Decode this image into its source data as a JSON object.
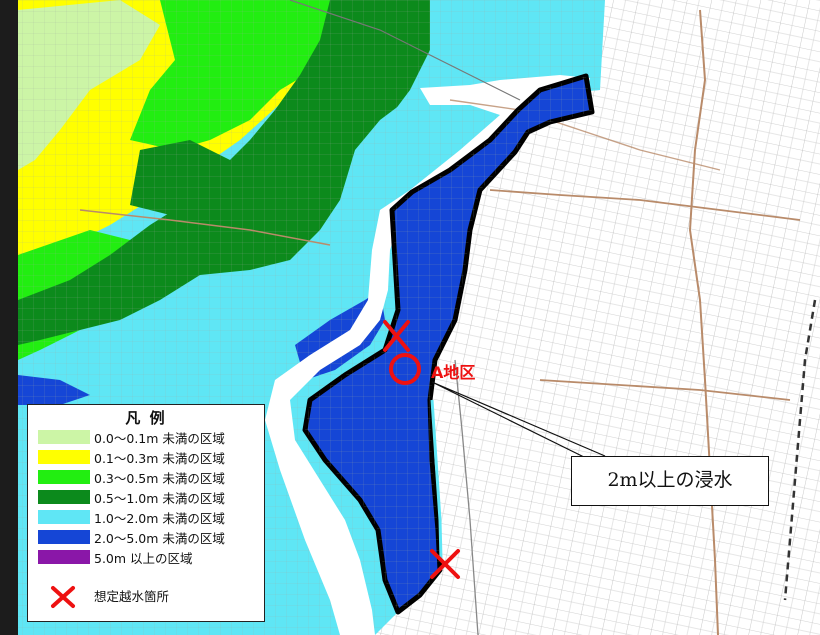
{
  "map": {
    "colors": {
      "background": "#ffffff",
      "road_gray": "#9a9a9a",
      "road_brown": "#b98b6a",
      "boundary": "#000000",
      "river": "#ffffff",
      "marker": "#ee1111"
    }
  },
  "legend": {
    "title": "凡 例",
    "items": [
      {
        "label": "0.0～0.1m 未満の区域",
        "color": "#ccf5a6"
      },
      {
        "label": "0.1～0.3m 未満の区域",
        "color": "#ffff00"
      },
      {
        "label": "0.3～0.5m 未満の区域",
        "color": "#22ee11"
      },
      {
        "label": "0.5～1.0m 未満の区域",
        "color": "#0c8a1c"
      },
      {
        "label": "1.0～2.0m 未満の区域",
        "color": "#5fe6f5"
      },
      {
        "label": "2.0～5.0m 未満の区域",
        "color": "#1546d6"
      },
      {
        "label": "5.0m 以上の区域",
        "color": "#8a17a8"
      }
    ],
    "overflow_marker": {
      "label": "想定越水箇所",
      "icon": "red-x-icon",
      "color": "#ee1111"
    }
  },
  "annotations": {
    "area_label": "A地区",
    "callout_text": "2m以上の浸水"
  }
}
